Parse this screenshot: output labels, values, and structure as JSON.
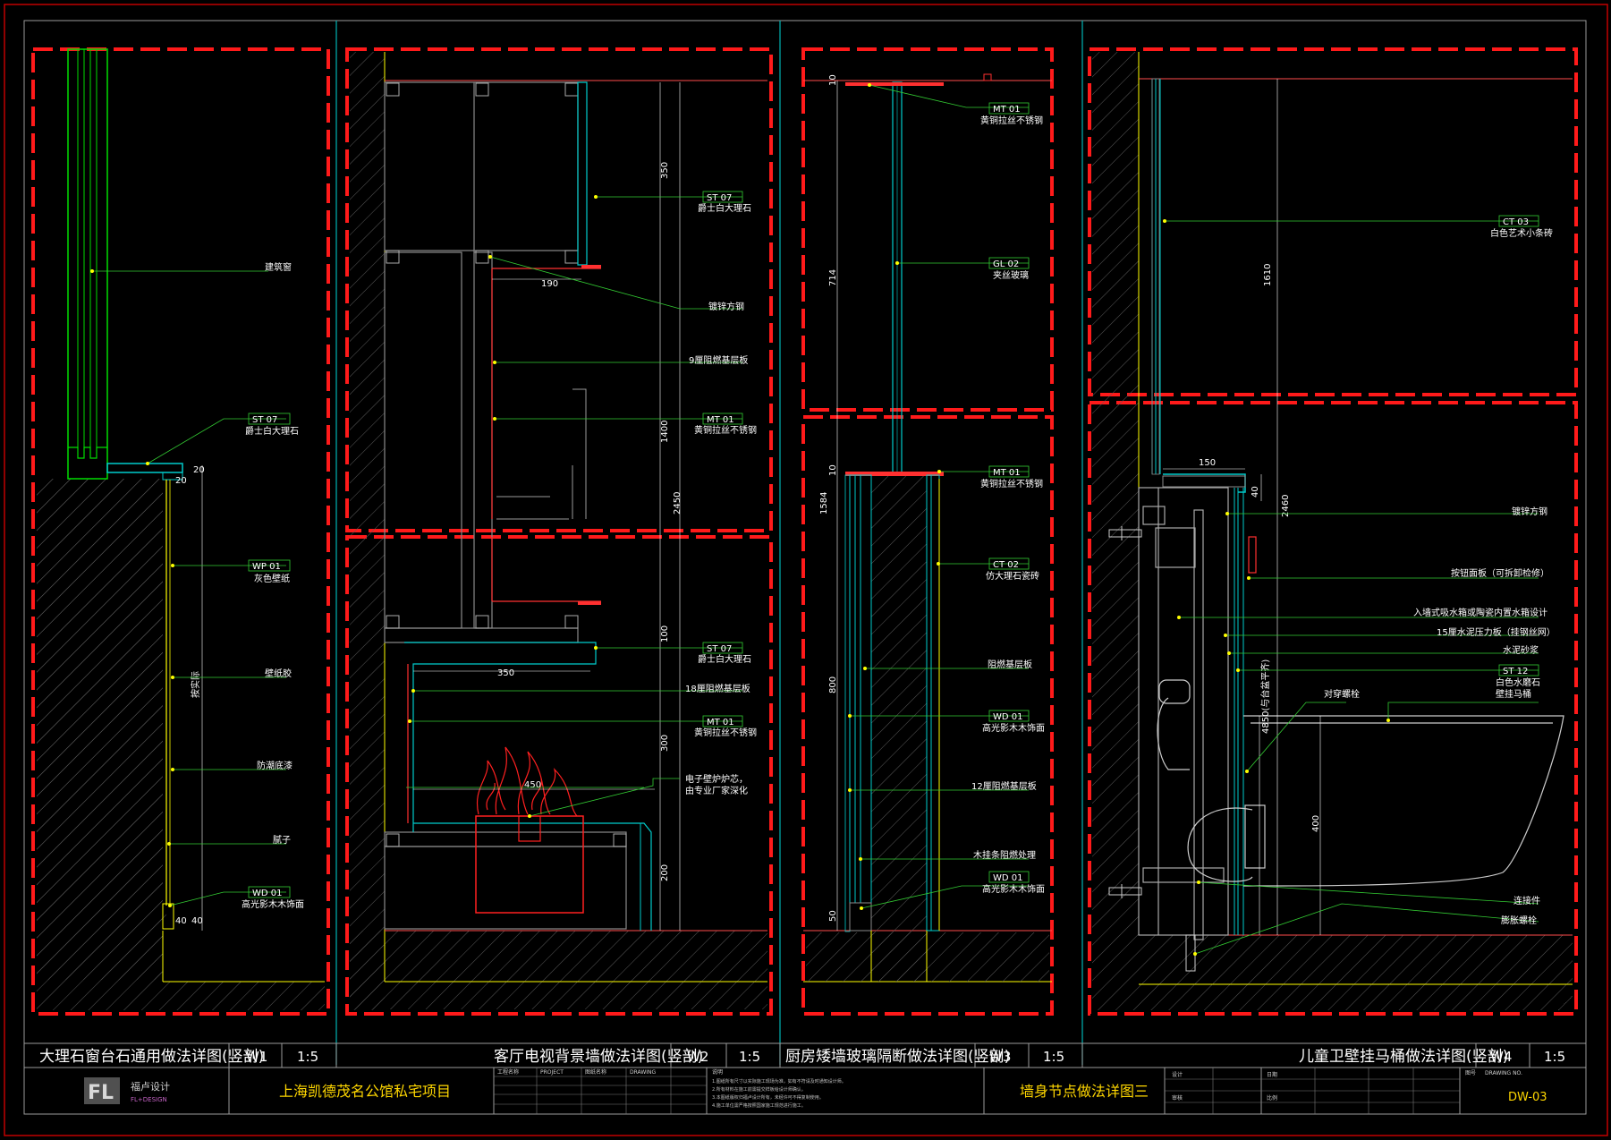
{
  "sheet": {
    "project_name": "上海凯德茂名公馆私宅项目",
    "drawing_title": "墙身节点做法详图三",
    "drawing_no": "DW-03",
    "logo_cn": "福卢设计",
    "logo_en": "FL+DESIGN",
    "logo_mark": "FL"
  },
  "views": [
    {
      "title": "大理石窗台石通用做法详图(竖剖)",
      "code": "W1",
      "scale": "1:5"
    },
    {
      "title": "客厅电视背景墙做法详图(竖剖)",
      "code": "W2",
      "scale": "1:5"
    },
    {
      "title": "厨房矮墙玻璃隔断做法详图(竖剖)",
      "code": "W3",
      "scale": "1:5"
    },
    {
      "title": "儿童卫壁挂马桶做法详图(竖剖)",
      "code": "W4",
      "scale": "1:5"
    }
  ],
  "w1": {
    "labels": [
      "建筑窗",
      "爵士白大理石",
      "灰色壁纸",
      "壁纸胶",
      "防潮底漆",
      "腻子",
      "高光影木木饰面"
    ],
    "tags": [
      "ST 07",
      "WP 01",
      "WD 01"
    ],
    "dims": [
      "20",
      "20",
      "40",
      "40",
      "按实际"
    ]
  },
  "w2": {
    "labels": [
      "爵士白大理石",
      "镀锌方钢",
      "9厘阻燃基层板",
      "黄铜拉丝不锈钢",
      "爵士白大理石",
      "18厘阻燃基层板",
      "黄铜拉丝不锈钢",
      "电子壁炉炉芯，",
      "由专业厂家深化"
    ],
    "tags": [
      "ST 07",
      "MT 01",
      "ST 07",
      "MT 01"
    ],
    "dims": [
      "350",
      "190",
      "1400",
      "2450",
      "100",
      "350",
      "300",
      "450",
      "200"
    ]
  },
  "w3": {
    "labels": [
      "黄铜拉丝不锈钢",
      "夹丝玻璃",
      "黄铜拉丝不锈钢",
      "仿大理石瓷砖",
      "阻燃基层板",
      "高光影木木饰面",
      "12厘阻燃基层板",
      "木挂条阻燃处理",
      "高光影木木饰面"
    ],
    "tags": [
      "MT 01",
      "GL 02",
      "MT 01",
      "CT 02",
      "WD 01",
      "WD 01"
    ],
    "dims": [
      "10",
      "714",
      "10",
      "1584",
      "800",
      "50"
    ]
  },
  "w4": {
    "labels": [
      "白色艺术小条砖",
      "镀锌方钢",
      "按钮面板（可拆卸检修）",
      "入墙式吸水箱或陶瓷内置水箱设计",
      "15厘水泥压力板（挂钢丝网）",
      "水泥砂浆",
      "白色水磨石",
      "壁挂马桶",
      "对穿螺栓",
      "连接件",
      "膨胀螺栓"
    ],
    "tags": [
      "CT 03",
      "ST 12"
    ],
    "dims": [
      "1610",
      "150",
      "40",
      "2460",
      "4850(与台盆平齐)",
      "400"
    ]
  },
  "title_block": {
    "notes_header": "说明",
    "notes": [
      "1.图纸所有尺寸以实际施工现场为准，如有不符请及时通知设计师。",
      "2.所有材料在施工前需提交样板给设计师确认。",
      "3.本图纸版权归福卢设计所有，未经许可不得复制使用。",
      "4.施工单位需严格按照国家施工规范进行施工。"
    ],
    "cells": [
      "工程名称",
      "PROJECT",
      "图纸名称",
      "DRAWING",
      "设计",
      "审核",
      "日期",
      "比例",
      "图号",
      "DRAWING NO."
    ]
  },
  "colors": {
    "frame_red": "#ff0000",
    "panel_dash_red": "#ff1a1a",
    "cyan": "#00cccc",
    "yellow": "#ffff00",
    "green": "#00dd00",
    "leader_green": "#33cc33",
    "gray": "#8a8a8a"
  }
}
